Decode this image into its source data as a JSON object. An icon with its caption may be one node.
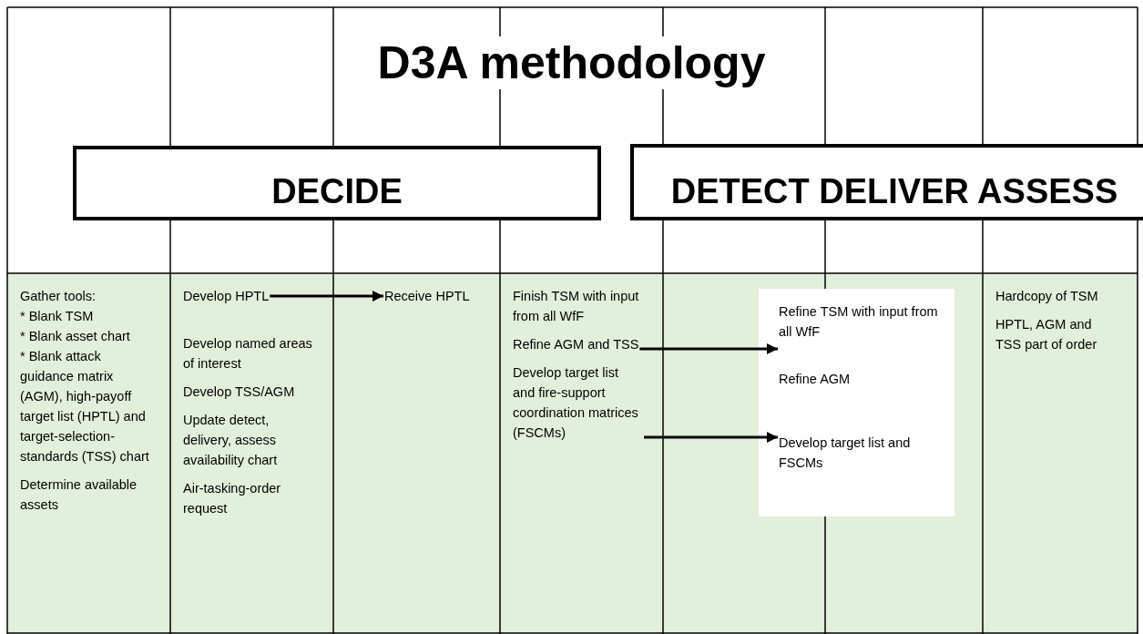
{
  "diagram": {
    "title": "D3A methodology",
    "nodes": [
      {
        "text": [
          "DECIDE"
        ]
      },
      {
        "text": [
          "DETECT DELIVER ASSESS"
        ]
      },
      {
        "text": [
          "Gather tools:"
        ]
      },
      {
        "text": [
          "* Blank TSM"
        ]
      },
      {
        "text": [
          "* Blank asset chart"
        ]
      },
      {
        "text": [
          "* Blank attack guidance matrix (AGM), high-payoff target list (HPTL) and target-selection-standards (TSS) chart"
        ]
      },
      {
        "text": [
          "Determine available assets"
        ]
      },
      {
        "text": [
          "Develop HPTL"
        ]
      },
      {
        "text": [
          "Develop named areas of interest"
        ]
      },
      {
        "text": [
          "Develop TSS/AGM"
        ]
      },
      {
        "text": [
          "Update detect, delivery, assess availability chart"
        ]
      },
      {
        "text": [
          "Air-tasking-order request"
        ]
      },
      {
        "text": [
          "Receive HPTL"
        ]
      },
      {
        "text": [
          "Finish TSM with input from all WfF"
        ]
      },
      {
        "text": [
          "Refine AGM and TSS"
        ]
      },
      {
        "text": [
          "Develop target list and fire-support coordination matrices (FSCMs)"
        ]
      },
      {
        "text": [],
        "shape": "box"
      },
      {
        "text": [
          "Refine TSM with input from all WfF"
        ],
        "in": 16
      },
      {
        "text": [
          "Refine AGM"
        ],
        "in": 16
      },
      {
        "text": [
          "Develop target list and FSCMs"
        ],
        "in": 16
      },
      {
        "text": [
          "Hardcopy of TSM"
        ]
      },
      {
        "text": [
          "HPTL, AGM and TSS part of order"
        ]
      }
    ],
    "edges": [
      {
        "from": 7,
        "to": 12,
        "arrow": "to"
      },
      {
        "from": 14,
        "to": 18,
        "arrow": "to"
      },
      {
        "from": 15,
        "to": 19,
        "arrow": "to"
      }
    ]
  }
}
